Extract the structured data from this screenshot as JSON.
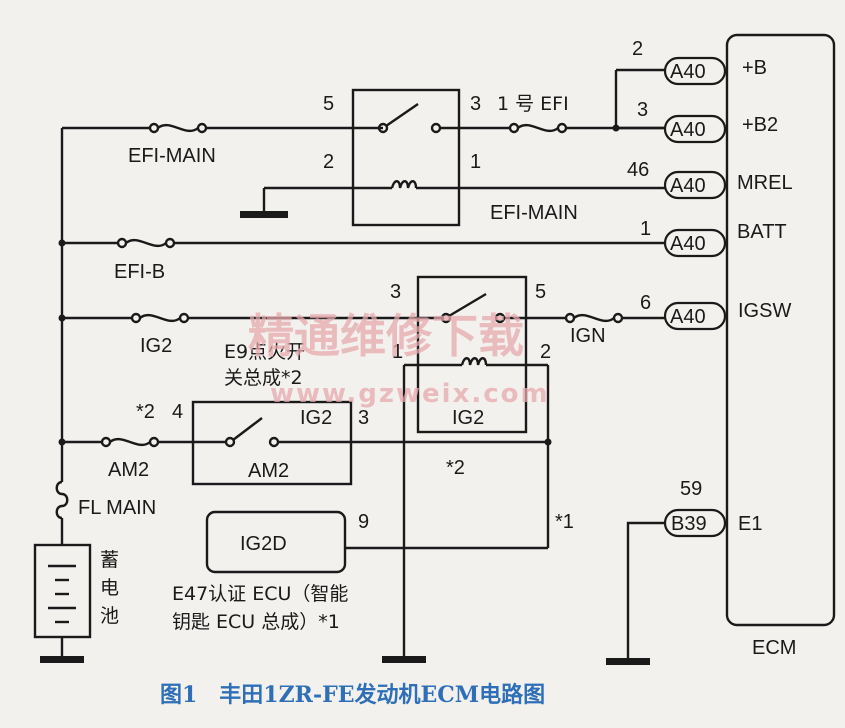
{
  "ecm": {
    "title": "ECM"
  },
  "pins": {
    "p1": {
      "num": "2",
      "conn": "A40",
      "sig": "+B"
    },
    "p2": {
      "num": "3",
      "conn": "A40",
      "sig": "+B2"
    },
    "p3": {
      "num": "46",
      "conn": "A40",
      "sig": "MREL"
    },
    "p4": {
      "num": "1",
      "conn": "A40",
      "sig": "BATT"
    },
    "p5": {
      "num": "6",
      "conn": "A40",
      "sig": "IGSW"
    },
    "p6": {
      "num": "59",
      "conn": "B39",
      "sig": "E1"
    }
  },
  "fuses": {
    "efi_main": "EFI-MAIN",
    "efi_no1": "1 号 EFI",
    "efi_b": "EFI-B",
    "ig2": "IG2",
    "ign": "IGN",
    "am2": "AM2",
    "fl_main": "FL MAIN"
  },
  "relay_efi": {
    "t5": "5",
    "t3": "3",
    "t2": "2",
    "t1": "1",
    "name": "EFI-MAIN"
  },
  "relay_ig2": {
    "t3": "3",
    "t5": "5",
    "t1": "1",
    "t2": "2",
    "name": "IG2"
  },
  "ign_switch": {
    "name_line1": "E9点火开",
    "name_line2": "关总成*2",
    "pin4": "4",
    "pin4_star": "*2",
    "pin3": "3",
    "ig2": "IG2",
    "am2": "AM2"
  },
  "notes": {
    "star2": "*2",
    "star1": "*1"
  },
  "ecu": {
    "box": "IG2D",
    "pin": "9",
    "name_line1": "E47认证 ECU（智能",
    "name_line2": "钥匙 ECU 总成）*1"
  },
  "battery": {
    "c1": "蓄",
    "c2": "电",
    "c3": "池"
  },
  "watermark": {
    "cn": "精通维修下载",
    "url": "www.gzweix.com"
  },
  "caption": "图1　丰田1ZR-FE发动机ECM电路图"
}
